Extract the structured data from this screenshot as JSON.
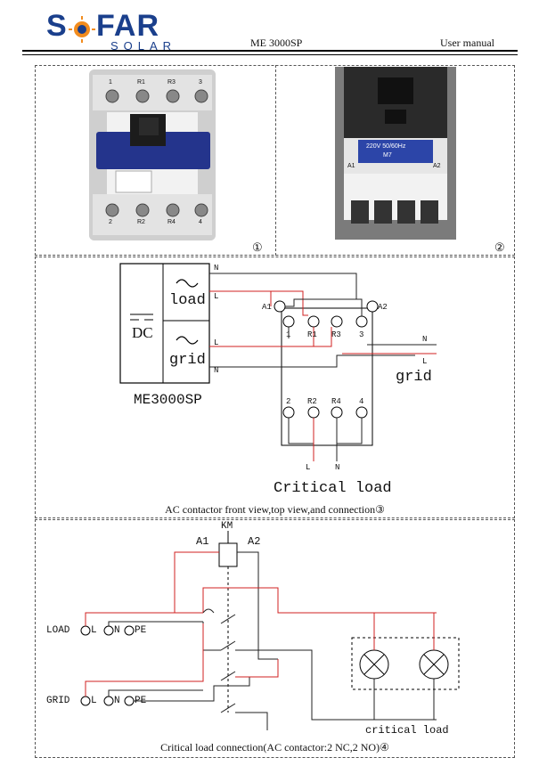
{
  "header": {
    "logo_s": "S",
    "logo_far": "FAR",
    "logo_solar": "SOLAR",
    "model": "ME 3000SP",
    "doc_type": "User manual"
  },
  "photos": {
    "marker1": "①",
    "marker2": "②",
    "photo1_terminals_top": [
      "1",
      "R1",
      "R3",
      "3"
    ],
    "photo1_terminals_bottom": [
      "2",
      "R2",
      "R4",
      "4"
    ],
    "photo2_label": [
      "220V 50/60Hz",
      "M7"
    ],
    "photo2_coil_left": "A1",
    "photo2_coil_right": "A2"
  },
  "wiring": {
    "n_top": "N",
    "l_load": "L",
    "load_label": "load",
    "dc_label": "DC",
    "grid_label_inv": "grid",
    "l_grid": "L",
    "n_bottom": "N",
    "inverter_name": "ME3000SP",
    "a1": "A1",
    "a2": "A2",
    "t1": "1",
    "tr1": "R1",
    "tr3": "R3",
    "t3": "3",
    "t2": "2",
    "tr2": "R2",
    "tr4": "R4",
    "t4": "4",
    "grid_n": "N",
    "grid_l": "L",
    "grid_label": "grid",
    "cl_l": "L",
    "cl_n": "N",
    "critical_load_label": "Critical load",
    "caption": "AC contactor front view,top view,and connection③"
  },
  "schematic": {
    "km": "KM",
    "a1": "A1",
    "a2": "A2",
    "load_row": "LOAD",
    "grid_row": "GRID",
    "l": "L",
    "n": "N",
    "pe": "PE",
    "critical_load": "critical load",
    "caption": "Critical load connection(AC contactor:2 NC,2 NO)④"
  },
  "colors": {
    "logo_blue": "#1a3f8c",
    "logo_orange": "#f28c1e",
    "wire_red": "#d22020",
    "wire_black": "#222222",
    "contactor_blue": "#2c45a8"
  }
}
